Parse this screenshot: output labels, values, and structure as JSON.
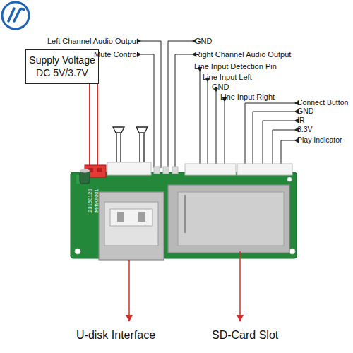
{
  "diagram": {
    "nodes": [
      {
        "text": [
          "Supply Voltage DC 5V/3.7V"
        ]
      }
    ],
    "labels": [
      "Left Channel Audio Output",
      "Mute Control",
      "GND",
      "Right Channel Audio Output",
      "Line Input Detection Pin",
      "Line Input Left",
      "GND",
      "Line Input Right",
      "Connect Button",
      "GND",
      "IR",
      "3.3V",
      "Play Indicator",
      "23150120",
      "M490I001",
      "U-disk Interface",
      "SD-Card Slot"
    ]
  }
}
